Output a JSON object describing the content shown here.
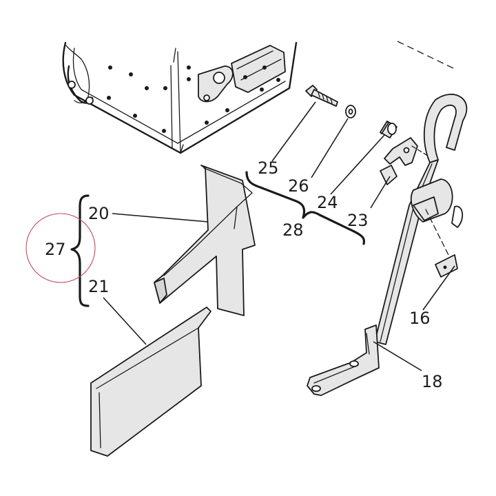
{
  "labels": {
    "c20": "20",
    "c21": "21",
    "c27": "27",
    "c25": "25",
    "c26": "26",
    "c24": "24",
    "c23": "23",
    "c28": "28",
    "c16": "16",
    "c18": "18"
  },
  "colors": {
    "ink": "#1a1a1a",
    "part_fill": "#e6e6e6",
    "highlight_circle": "#c0455a"
  }
}
